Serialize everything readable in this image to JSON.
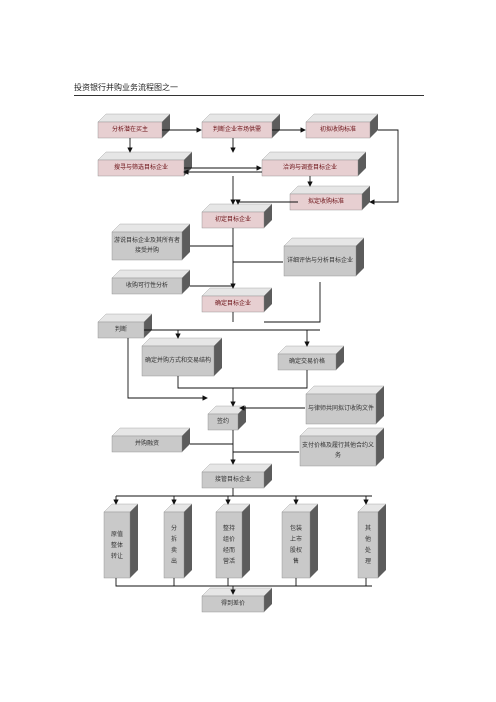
{
  "header": {
    "title": "投资银行并购业务流程图之一"
  },
  "colors": {
    "front_red": "#9e2a33",
    "front_gray": "#c9c9c9",
    "side_gray": "#5c5c5c",
    "top_gray": "#e6e6e6",
    "line": "#111111"
  },
  "nodes": {
    "analyze_seller": "分析潜在买主",
    "judge_supply": "判断企业市场供需",
    "initial_criteria": "初拟收购标准",
    "search_targets": "搜寻与筛选目标企业",
    "negotiate_investigate": "洽询与调查目标企业",
    "set_criteria": "拟定收购标准",
    "prelim_target": "初定目标企业",
    "lobby_owners": "游说目标企业及其所有者接受并购",
    "detailed_eval": "详细评估与分析目标企业",
    "feasibility": "收购可行性分析",
    "confirm_target": "确定目标企业",
    "judge": "判断",
    "structure": "确定并购方式和交易结构",
    "price": "确定交易价格",
    "lawyer_docs": "与律师共同拟订收购文件",
    "sign": "签约",
    "financing": "并购融资",
    "payment": "支付价格及履行其他合约义务",
    "takeover": "接管目标企业",
    "transfer_whole": "原值整体转让",
    "split_sell": "分拆卖出",
    "reorg_list": "整持组价经而营活",
    "package_listing": "包装上市股权售",
    "other": "其他处理",
    "get_premium": "得到差价"
  }
}
